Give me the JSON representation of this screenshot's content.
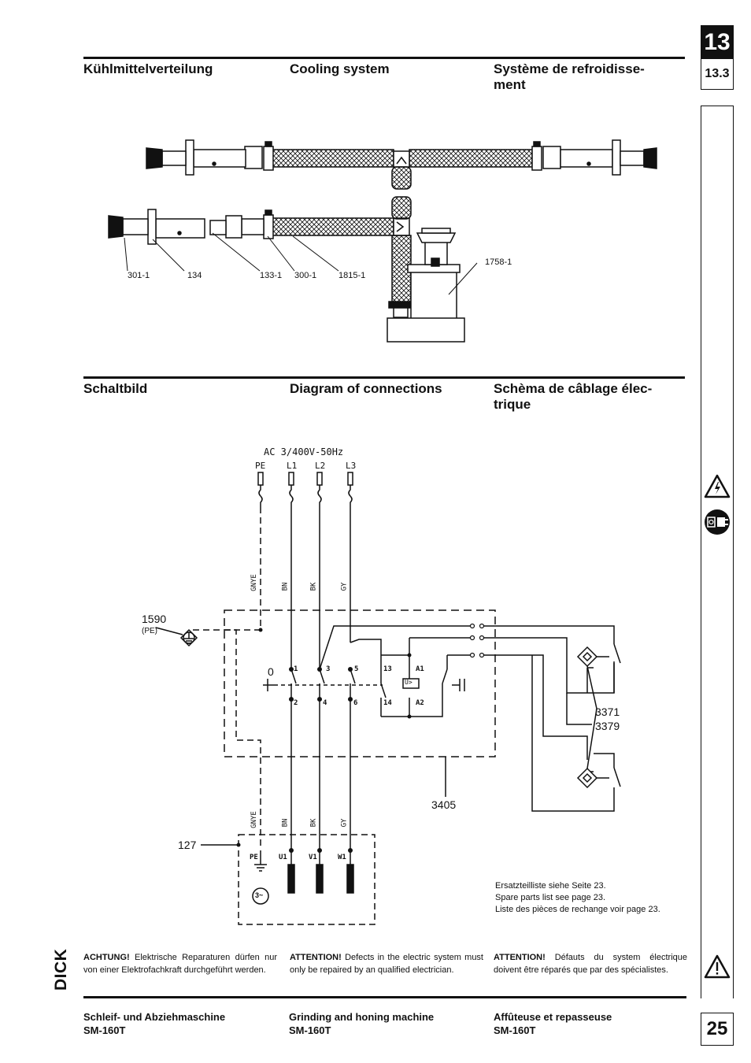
{
  "chapter": {
    "number": "13",
    "section": "13.3",
    "page": "25"
  },
  "section1": {
    "title_de": "Kühlmittelverteilung",
    "title_en": "Cooling system",
    "title_fr_1": "Système de refroidisse-",
    "title_fr_2": "ment",
    "parts": [
      "301-1",
      "134",
      "133-1",
      "300-1",
      "1815-1",
      "1758-1"
    ]
  },
  "section2": {
    "title_de": "Schaltbild",
    "title_en": "Diagram of connections",
    "title_fr_1": "Schèma de câblage élec-",
    "title_fr_2": "trique"
  },
  "diagram": {
    "supply": "AC 3/400V-50Hz",
    "phases": [
      "PE",
      "L1",
      "L2",
      "L3"
    ],
    "wire_colors": [
      "GNYE",
      "BN",
      "BK",
      "GY"
    ],
    "contacts_top": [
      "1",
      "3",
      "5",
      "13",
      "A1"
    ],
    "contacts_bottom": [
      "2",
      "4",
      "6",
      "14",
      "A2"
    ],
    "switch_off": "0",
    "motor_terms": [
      "PE",
      "U1",
      "V1",
      "W1"
    ],
    "motor_symbol": "3~",
    "relay_symbol": "U>",
    "refs": {
      "ground": "1590",
      "ground_sub": "(PE)",
      "sensor_a": "3371",
      "sensor_b": "3379",
      "box": "3405",
      "motor": "127"
    }
  },
  "spare_note": [
    "Ersatzteilliste siehe Seite 23.",
    "Spare parts list see page 23.",
    "Liste des pièces de rechange voir page 23."
  ],
  "warnings": {
    "de_title": "ACHTUNG!",
    "de_body": "Elektrische Reparaturen dürfen nur von einer Elektrofachkraft durchgeführt werden.",
    "en_title": "ATTENTION!",
    "en_body": "Defects in the electric system must only be repaired by an qualified electrician.",
    "fr_title": "ATTENTION!",
    "fr_body": "Défauts du system électrique doivent être réparés que par des spécialistes."
  },
  "footer": {
    "de_1": "Schleif- und Abziehmaschine",
    "de_2": "SM-160T",
    "en_1": "Grinding and honing machine",
    "en_2": "SM-160T",
    "fr_1": "Affûteuse et repasseuse",
    "fr_2": "SM-160T"
  },
  "brand": "DICK",
  "icons": [
    "lightning-warning-icon",
    "unplug-icon",
    "general-warning-icon",
    "dick-logo"
  ]
}
